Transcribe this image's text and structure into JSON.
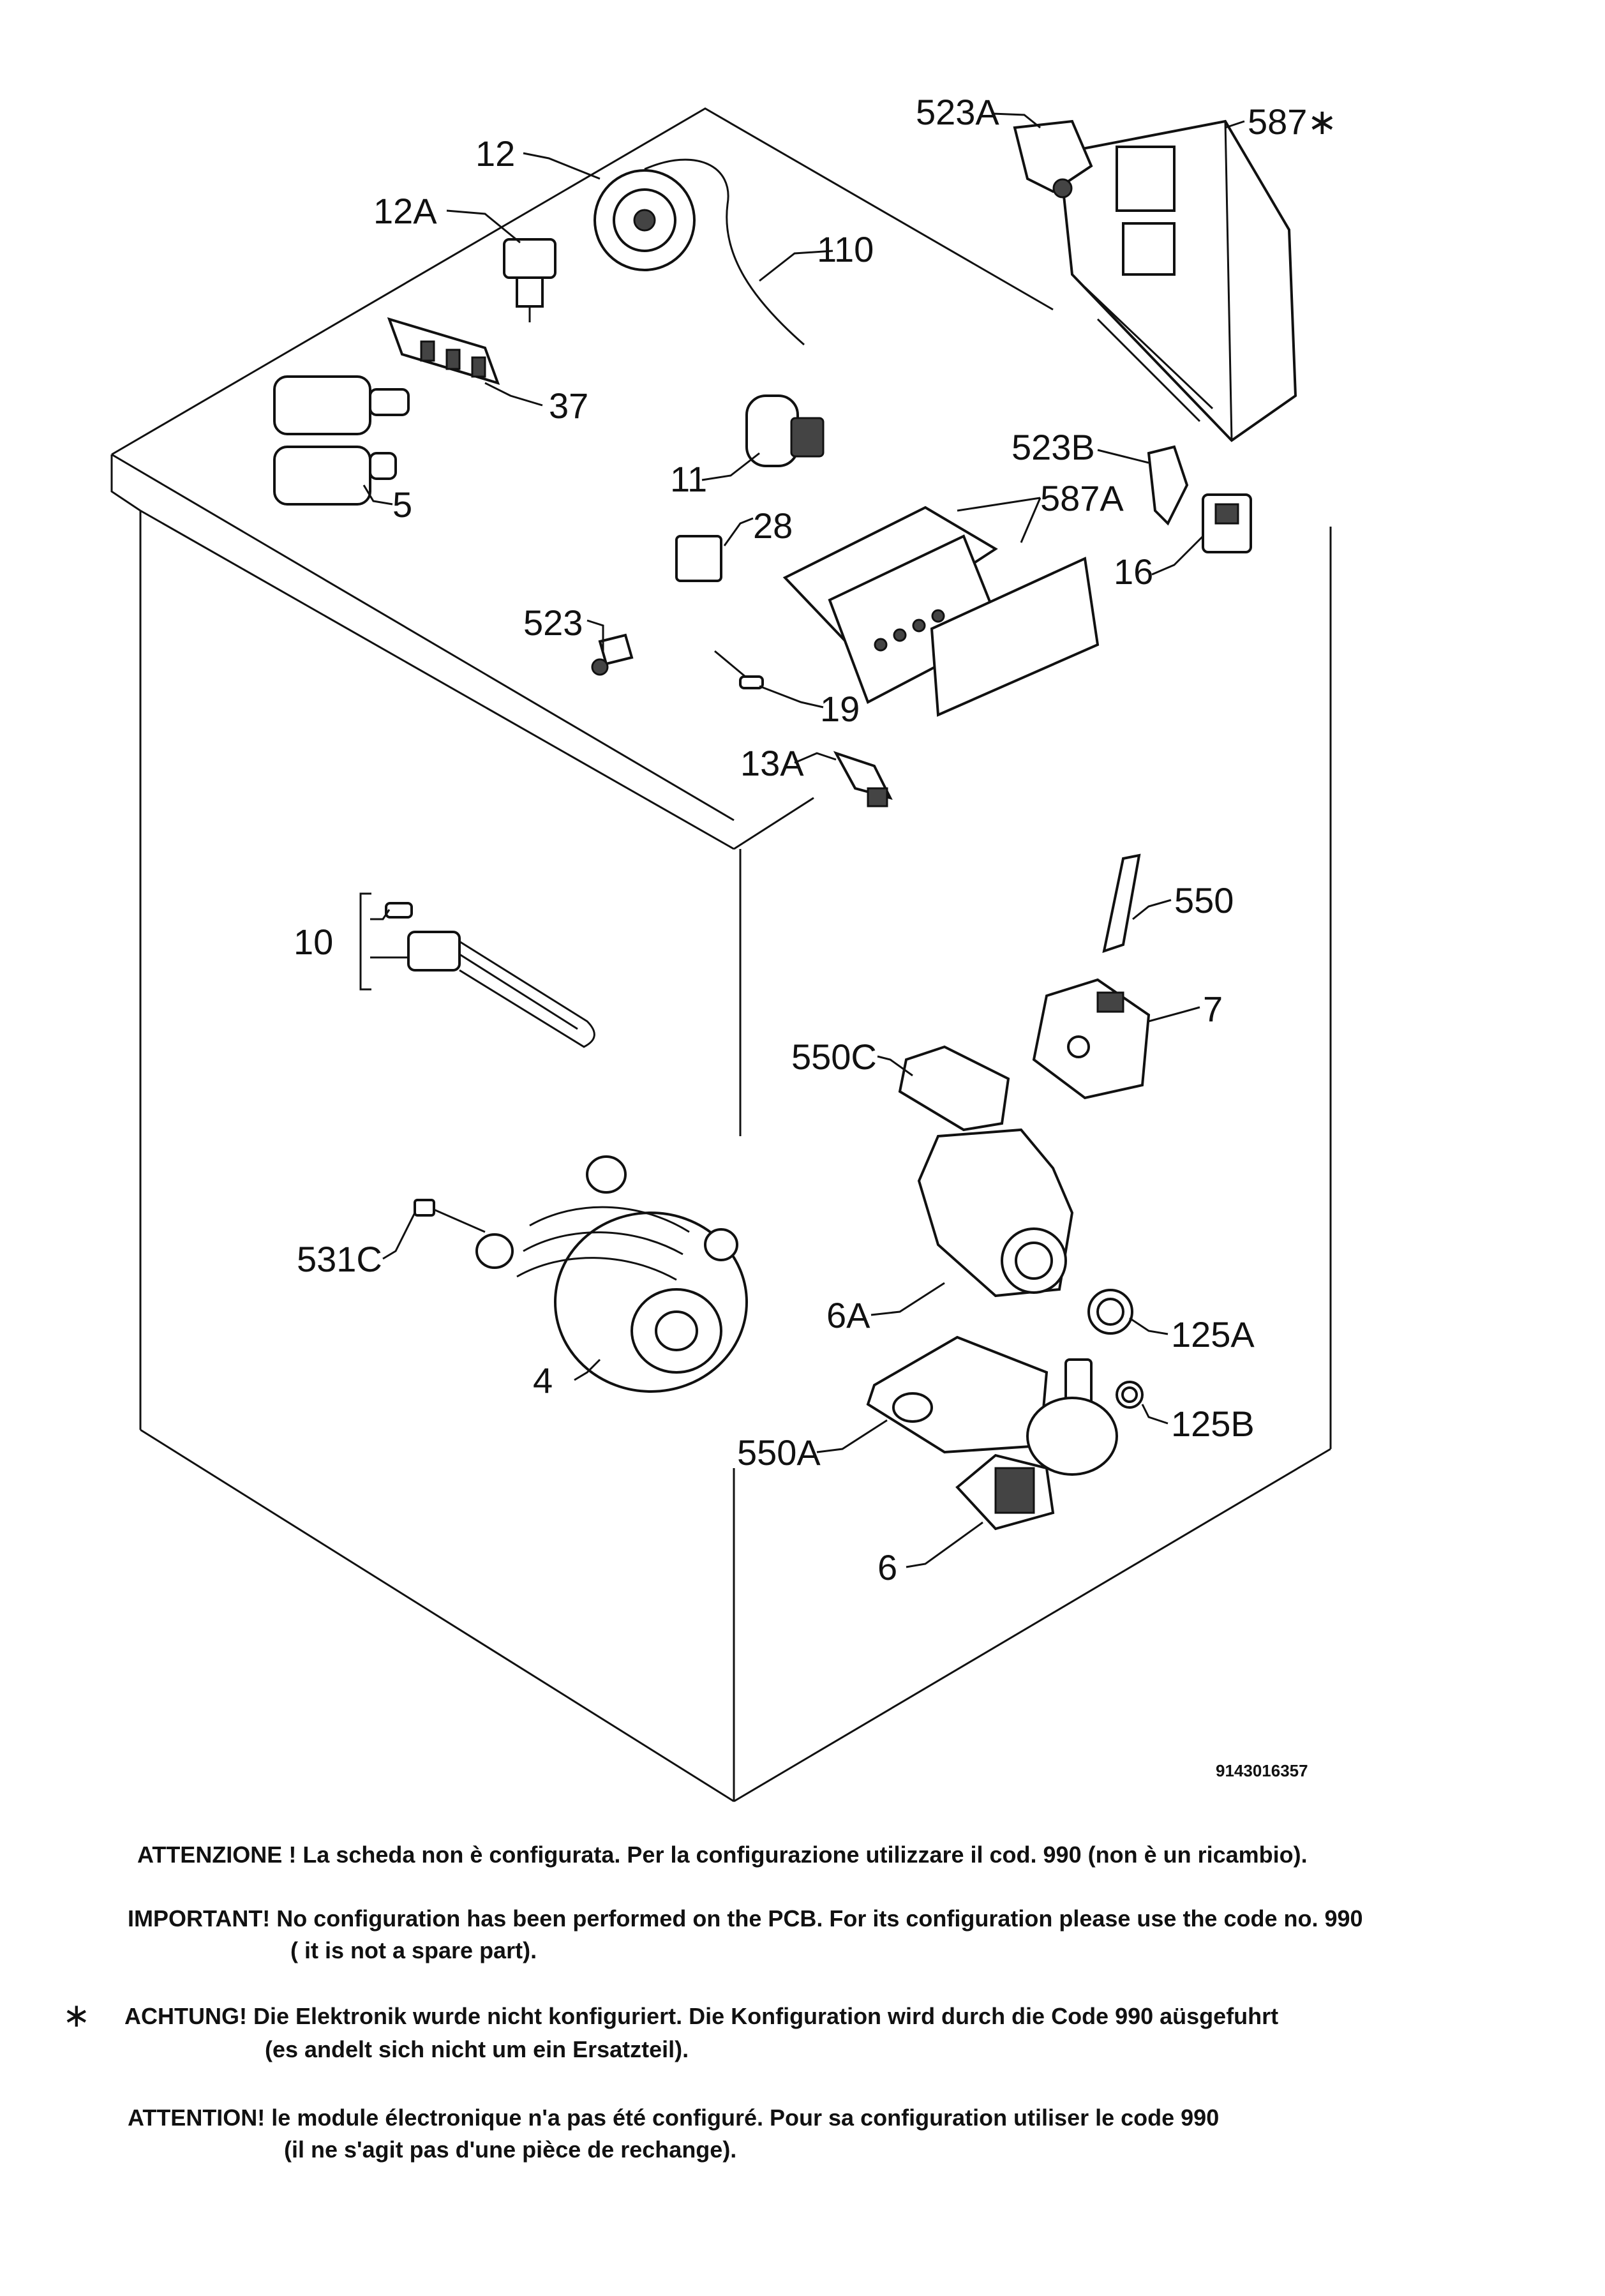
{
  "labels": {
    "p12": "12",
    "p12a": "12A",
    "p110": "110",
    "p37": "37",
    "p5": "5",
    "p11": "11",
    "p28": "28",
    "p523": "523",
    "p19": "19",
    "p13a": "13A",
    "p523a": "523A",
    "p587": "587∗",
    "p523b": "523B",
    "p587a": "587A",
    "p16": "16",
    "p10": "10",
    "p550": "550",
    "p7": "7",
    "p550c": "550C",
    "p531c": "531C",
    "p6a": "6A",
    "p125a": "125A",
    "p4": "4",
    "p125b": "125B",
    "p550a": "550A",
    "p6": "6"
  },
  "drawing_code": "9143016357",
  "notes": {
    "it": "ATTENZIONE ! La scheda non è configurata. Per la configurazione utilizzare il cod. 990 (non è un ricambio).",
    "en_1": "IMPORTANT! No configuration has been performed on the PCB. For its configuration please use the code no. 990",
    "en_2": "( it is not a spare part).",
    "star": "∗",
    "de_1": "ACHTUNG! Die Elektronik wurde nicht konfiguriert. Die Konfiguration wird durch die Code 990 aüsgefuhrt",
    "de_2": "(es andelt sich nicht um ein Ersatzteil).",
    "fr_1": "ATTENTION! le module électronique n'a pas été configuré. Pour  sa configuration utiliser le code 990",
    "fr_2": "(il ne s'agit pas d'une pièce de rechange)."
  }
}
